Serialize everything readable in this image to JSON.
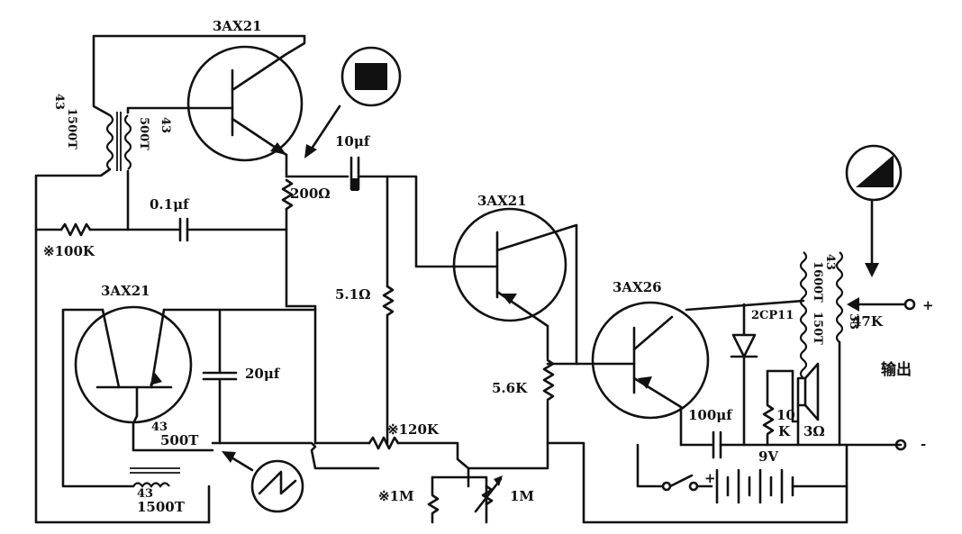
{
  "labels": {
    "q1": "3AX21",
    "q2": "3AX21",
    "q3": "3AX21",
    "q4": "3AX26",
    "t1_primary_turns": "43",
    "t1_primary_count": "1500T",
    "t1_secondary_turns": "43",
    "t1_secondary_count": "500T",
    "c_10uf": "10μf",
    "r_200": "200Ω",
    "c_01uf": "0.1μf",
    "r_100k": "※100K",
    "r_51": "5.1Ω",
    "c_20uf": "20μf",
    "t2_top_turns": "43",
    "t2_top_count": "500T",
    "t2_bottom_turns": "43",
    "t2_bottom_count": "1500T",
    "r_120k": "※120K",
    "r_1m_fixed": "※1M",
    "r_1m_pot": "1M",
    "r_56k": "5.6K",
    "c_100uf": "100μf",
    "diode": "2CP11",
    "t3_turns_a": "43",
    "t3_count_a": "1600T",
    "t3_count_b": "150T",
    "t3_turns_b": "33",
    "r_10k_a": "10",
    "r_10k_b": "K",
    "speaker": "3Ω",
    "pot_47k": "47K",
    "output": "输出",
    "battery": "9V",
    "plus_terminal": "+",
    "minus_terminal": "-",
    "batt_plus": "+",
    "batt_minus": "-"
  }
}
